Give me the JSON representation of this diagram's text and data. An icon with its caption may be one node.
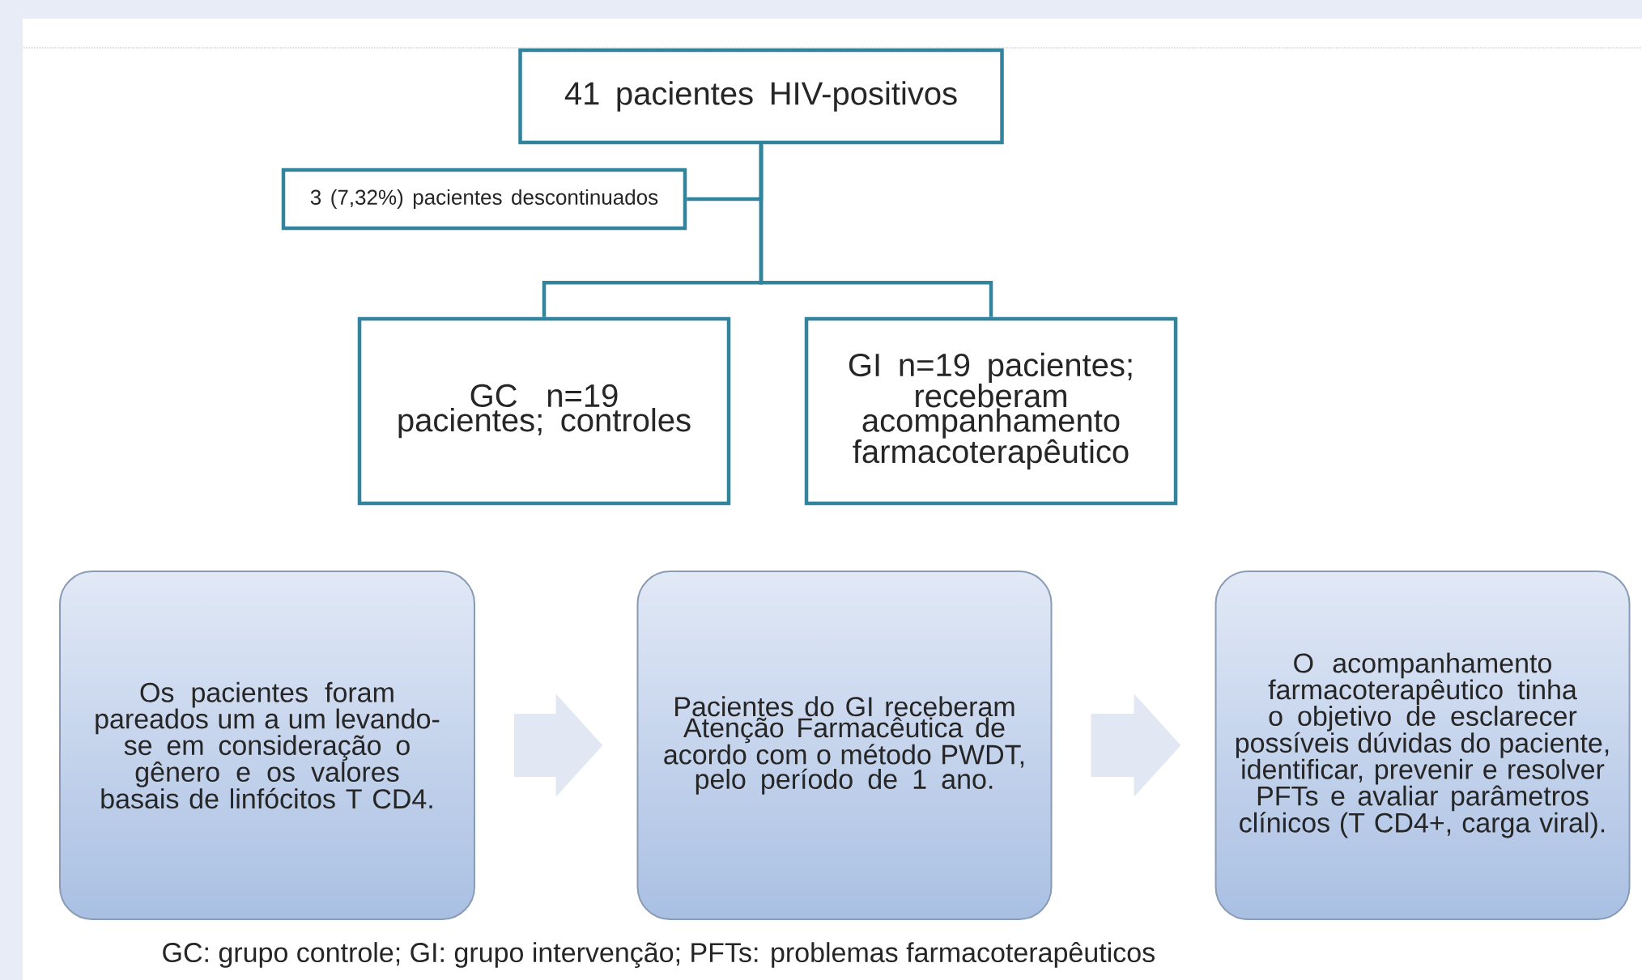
{
  "diagram": {
    "caption": "GC: grupo controle; GI: grupo intervenção; PFTs: problemas farmacoterapêuticos",
    "nodes": [
      {
        "text": [
          "41 pacientes HIV-positivos"
        ]
      },
      {
        "text": [
          "3 (7,32%) pacientes descontinuados"
        ]
      },
      {
        "text": [
          "GC n=19 pacientes; controles"
        ]
      },
      {
        "text": [
          "GI n=19 pacientes; receberam acompanhamento farmacoterapêutico"
        ]
      },
      {
        "text": [
          "Os pacientes foram pareados um a um levando-se em consideração o gênero e os valores basais de linfócitos T CD4."
        ]
      },
      {
        "text": [
          "Pacientes do GI receberam Atenção Farmacêutica de acordo com o método PWDT, pelo período de 1 ano."
        ]
      },
      {
        "text": [
          "O acompanhamento farmacoterapêutico tinha o objetivo de esclarecer possíveis dúvidas do paciente, identificar, prevenir e resolver PFTs e avaliar parâmetros clínicos (T CD4+, carga viral)."
        ]
      }
    ],
    "edges": [
      {
        "from": 0,
        "to": 1,
        "arrow": "none"
      },
      {
        "from": 0,
        "to": 2,
        "arrow": "none"
      },
      {
        "from": 0,
        "to": 3,
        "arrow": "none"
      },
      {
        "from": 4,
        "to": 5,
        "arrow": "to",
        "style": "thick",
        "color": "#e1e7f3"
      },
      {
        "from": 5,
        "to": 6,
        "arrow": "to",
        "style": "thick",
        "color": "#e1e7f3"
      }
    ]
  }
}
